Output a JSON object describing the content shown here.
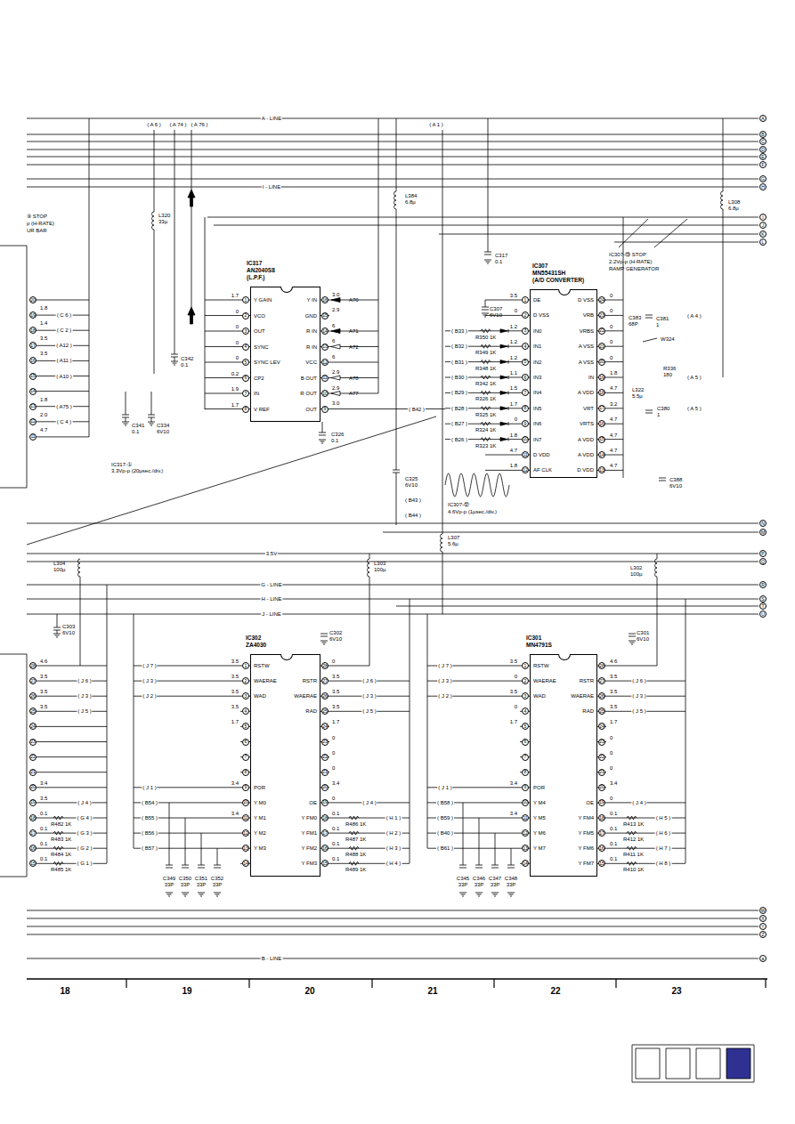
{
  "diagram": {
    "nodes": [
      {
        "text": [
          "IC317",
          "AN2040S8",
          "(L.P.F.)",
          "Y GAIN",
          "VCO",
          "OUT",
          "SYNC",
          "SYNC LEV",
          "CP2",
          "IN",
          "V REF",
          "Y IN",
          "GND",
          "R IN",
          "R IN",
          "VCC",
          "B OUT",
          "R OUT",
          "OUT"
        ]
      },
      {
        "text": [
          "IC307",
          "MN55431SH",
          "(A/D CONVERTER)",
          "DE",
          "D VSS",
          "IN0",
          "IN1",
          "IN2",
          "IN3",
          "IN4",
          "IN5",
          "IN6",
          "IN7",
          "D VDD",
          "AF CLK",
          "D VSS",
          "VRB",
          "VRBS",
          "A VSS",
          "A VSS",
          "IN",
          "A VDD",
          "VRT",
          "VRTS",
          "A VDD",
          "A VDD",
          "D VDD"
        ]
      },
      {
        "text": [
          "IC302",
          "ZA4030",
          "RSTW",
          "WAERAE",
          "WAD",
          "POR",
          "Y M0",
          "Y M1",
          "Y M2",
          "Y M3",
          "RSTR",
          "WAERAE",
          "RAD",
          "OE",
          "Y FM0",
          "Y FM1",
          "Y FM2",
          "Y FM3"
        ]
      },
      {
        "text": [
          "IC301",
          "MN4791S",
          "RSTW",
          "WAERAE",
          "WAD",
          "POR",
          "Y M4",
          "Y M5",
          "Y M6",
          "Y M7",
          "RSTR",
          "WAERAE",
          "RAD",
          "OE",
          "Y FM4",
          "Y FM5",
          "Y FM6",
          "Y FM7"
        ]
      }
    ],
    "labels": [
      "A",
      "B",
      "C",
      "D",
      "E",
      "F",
      "G",
      "H",
      "I",
      "J",
      "K",
      "L",
      "N",
      "M",
      "P",
      "Q",
      "R",
      "S",
      "T",
      "U",
      "W",
      "X",
      "Y",
      "Z",
      "a",
      "A - LINE",
      "I - LINE",
      "3.5V",
      "G - LINE",
      "H - LINE",
      "J - LINE",
      "B - LINE",
      "18",
      "19",
      "20",
      "21",
      "22",
      "23",
      "( A 6 )",
      "( A 74 )",
      "( A 76 )",
      "( A 1 )",
      "1",
      "2",
      "3",
      "4",
      "5",
      "6",
      "7",
      "8",
      "16",
      "15",
      "14",
      "13",
      "12",
      "11",
      "10",
      "9",
      "1.7",
      "0",
      "0",
      "0",
      "0",
      "0.2",
      "1.9",
      "1.7",
      "3.0",
      "2.9",
      "6",
      "6",
      "6",
      "2.9",
      "2.9",
      "3.0",
      "1",
      "2",
      "3",
      "4",
      "5",
      "6",
      "7",
      "8",
      "9",
      "10",
      "11",
      "12",
      "24",
      "23",
      "22",
      "21",
      "20",
      "19",
      "18",
      "17",
      "16",
      "15",
      "14",
      "13",
      "3.5",
      "0",
      "1.2",
      "1.2",
      "1.2",
      "1.1",
      "1.5",
      "1.7",
      "0",
      "1.8",
      "4.7",
      "1.8",
      "0",
      "0",
      "0",
      "0",
      "0",
      "1.8",
      "4.7",
      "3.2",
      "4.7",
      "4.7",
      "4.7",
      "4.7",
      "1",
      "2",
      "3",
      "4",
      "5",
      "6",
      "7",
      "8",
      "9",
      "10",
      "11",
      "12",
      "13",
      "14",
      "28",
      "27",
      "26",
      "25",
      "24",
      "23",
      "22",
      "21",
      "20",
      "19",
      "18",
      "17",
      "16",
      "15",
      "3.5",
      "3.5",
      "3.5",
      "3.5",
      "1.7",
      "3.4",
      "3.4",
      "0",
      "3.5",
      "3.5",
      "3.5",
      "1.7",
      "0",
      "0",
      "0",
      "3.4",
      "0",
      "0.1",
      "0.1",
      "0.1",
      "0.1",
      "1",
      "2",
      "3",
      "4",
      "5",
      "6",
      "7",
      "8",
      "9",
      "10",
      "11",
      "12",
      "13",
      "14",
      "28",
      "27",
      "26",
      "25",
      "24",
      "23",
      "22",
      "21",
      "20",
      "19",
      "18",
      "17",
      "16",
      "15",
      "3.5",
      "0",
      "3.5",
      "0",
      "1.7",
      "3.4",
      "3.4",
      "4.6",
      "3.5",
      "3.5",
      "3.5",
      "1.7",
      "0",
      "0",
      "0",
      "3.4",
      "0",
      "0.1",
      "0.1",
      "0.1",
      "0.1",
      "20",
      "19",
      "18",
      "17",
      "16",
      "15",
      "14",
      "13",
      "12",
      "11",
      "1.8",
      "1.4",
      "3.5",
      "3.5",
      "1.8",
      "2.0",
      "4.7",
      "( C 6 )",
      "( C 2 )",
      "( A12 )",
      "( A11 )",
      "( A10 )",
      "( A75 )",
      "( C 4 )",
      "28",
      "27",
      "26",
      "25",
      "24",
      "23",
      "22",
      "21",
      "20",
      "19",
      "18",
      "17",
      "16",
      "15",
      "4.6",
      "3.5",
      "3.5",
      "3.5",
      "3.4",
      "3.5",
      "0.1",
      "0.1",
      "0.1",
      "0.1",
      "( J 6 )",
      "( J 3 )",
      "( J 5 )",
      "( J 4 )",
      "( G 4 )",
      "( G 3 )",
      "( G 2 )",
      "( G 1 )",
      "R482 1K",
      "R483 1K",
      "R484 1K",
      "R485 1K",
      "A70",
      "A71",
      "A72",
      "A78",
      "A77",
      "( B42 )",
      "L320",
      "33µ",
      "C342",
      "0.1",
      "C341",
      "0.1",
      "C334",
      "6V10",
      "L384",
      "6.8µ",
      "C326",
      "0.1",
      "C325",
      "6V10",
      "IC317-①",
      "3.3Vp-p (20µsec./div.)",
      "⑨ STOP",
      "p (H-RATE)",
      "UR BAR",
      "( B33 )",
      "( B32 )",
      "( B31 )",
      "( B30 )",
      "( B29 )",
      "( B28 )",
      "( B27 )",
      "( B26 )",
      "R350 1K",
      "R349 1K",
      "R348 1K",
      "R342 1K",
      "R326 1K",
      "R325 1K",
      "R324 1K",
      "R323 1K",
      "C317",
      "0.1",
      "C307",
      "6V10",
      "IC307-⑬ STOP",
      "2.2Vp-p (H-RATE)",
      "RAMP GENERATOR",
      "C383",
      "68P",
      "C381",
      "1",
      "W324",
      "R336",
      "180",
      "L322",
      "5.5µ",
      "C380",
      "1",
      "C388",
      "6V10",
      "( A 4 )",
      "( A 5 )",
      "( A 5 )",
      "L308",
      "6.8µ",
      "IC307-⑫",
      "4.6Vp-p (1µsec./div.)",
      "( B43 )",
      "( B44 )",
      "L307",
      "5.6µ",
      "L304",
      "100µ",
      "L303",
      "100µ",
      "L302",
      "100µ",
      "C303",
      "6V10",
      "C302",
      "6V10",
      "C301",
      "6V10",
      "( J 7 )",
      "( J 3 )",
      "( J 2 )",
      "( J 1 )",
      "( B54 )",
      "( B55 )",
      "( B56 )",
      "( B57 )",
      "C349",
      "33P",
      "C350",
      "33P",
      "C351",
      "33P",
      "C352",
      "33P",
      "( J 6 )",
      "( J 3 )",
      "( J 5 )",
      "( J 4 )",
      "( H 1 )",
      "( H 2 )",
      "( H 3 )",
      "( H 4 )",
      "R486 1K",
      "R487 1K",
      "R488 1K",
      "R489 1K",
      "( J 7 )",
      "( J 3 )",
      "( J 2 )",
      "( J 1 )",
      "( B58 )",
      "( B59 )",
      "( B40 )",
      "( B61 )",
      "C345",
      "33P",
      "C346",
      "33P",
      "C347",
      "33P",
      "C348",
      "33P",
      "( J 6 )",
      "( J 3 )",
      "( J 5 )",
      "( J 4 )",
      "( H 5 )",
      "( H 6 )",
      "( H 7 )",
      "( H 8 )",
      "R413 1K",
      "R412 1K",
      "R411 1K",
      "R410 1K"
    ]
  }
}
